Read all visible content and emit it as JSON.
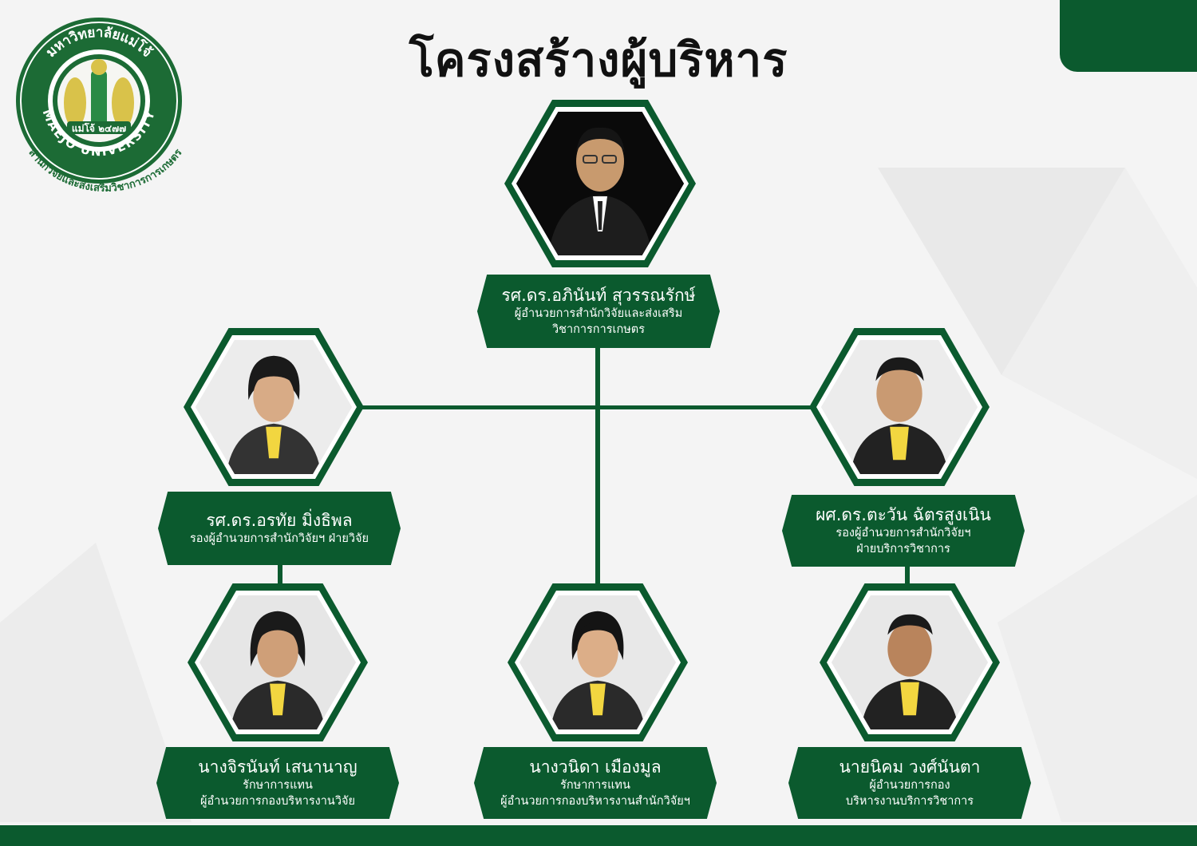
{
  "title": "โครงสร้างผู้บริหาร",
  "logo": {
    "thai_name": "มหาวิทยาลัยแม่โจ้",
    "english_name": "MAEJO UNIVERSITY",
    "office_name": "สำนักวิจัยและส่งเสริมวิชาการการเกษตร",
    "anniversary": "แม่โจ้ ๒๔๗๗",
    "icon": "maejo-university-seal"
  },
  "colors": {
    "primary": "#0b5a2e",
    "background": "#f4f4f4"
  },
  "people": {
    "director": {
      "name": "รศ.ดร.อภินันท์ สุวรรณรักษ์",
      "role1": "ผู้อำนวยการสำนักวิจัยและส่งเสริม",
      "role2": "วิชาการการเกษตร"
    },
    "deputy_research": {
      "name": "รศ.ดร.อรทัย มิ่งธิพล",
      "role1": "รองผู้อำนวยการสำนักวิจัยฯ ฝ่ายวิจัย"
    },
    "deputy_academic": {
      "name": "ผศ.ดร.ตะวัน ฉัตรสูงเนิน",
      "role1": "รองผู้อำนวยการสำนักวิจัยฯ",
      "role2": "ฝ่ายบริการวิชาการ"
    },
    "head_research_admin": {
      "name": "นางจิรนันท์ เสนานาญ",
      "role1": "รักษาการแทน",
      "role2": "ผู้อำนวยการกองบริหารงานวิจัย"
    },
    "head_office_admin": {
      "name": "นางวนิดา เมืองมูล",
      "role1": "รักษาการแทน",
      "role2": "ผู้อำนวยการกองบริหารงานสำนักวิจัยฯ"
    },
    "head_academic_service": {
      "name": "นายนิคม วงศ์นันตา",
      "role1": "ผู้อำนวยการกอง",
      "role2": "บริหารงานบริการวิชาการ"
    }
  }
}
